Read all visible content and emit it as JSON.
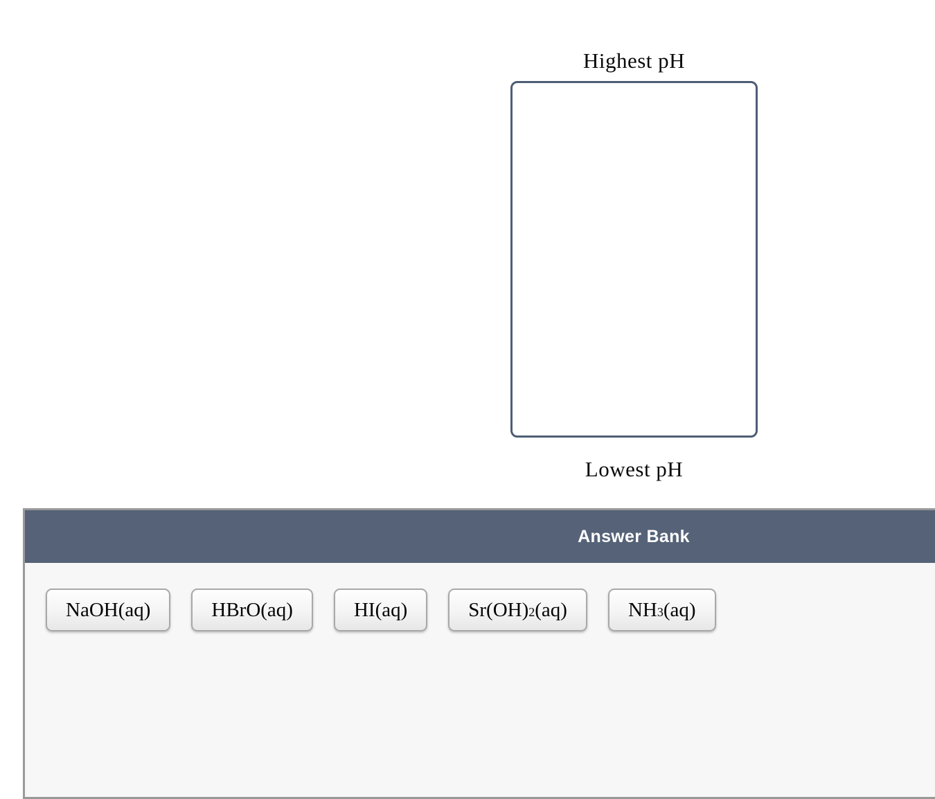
{
  "colors": {
    "page_bg": "#ffffff",
    "dropzone_border": "#4d5d75",
    "answer_bank_header": "#556277",
    "answer_bank_body": "#f7f7f7",
    "answer_bank_border": "#999999"
  },
  "ranking": {
    "top_label": "Highest pH",
    "bottom_label": "Lowest pH"
  },
  "answer_bank": {
    "title": "Answer Bank",
    "items": [
      {
        "text": "NaOH(aq)",
        "segments": [
          {
            "t": "NaOH(aq)"
          }
        ]
      },
      {
        "text": "HBrO(aq)",
        "segments": [
          {
            "t": "HBrO(aq)"
          }
        ]
      },
      {
        "text": "HI(aq)",
        "segments": [
          {
            "t": "HI(aq)"
          }
        ]
      },
      {
        "text": "Sr(OH)2(aq)",
        "segments": [
          {
            "t": "Sr(OH)"
          },
          {
            "t": "2",
            "sub": true
          },
          {
            "t": "(aq)"
          }
        ]
      },
      {
        "text": "NH3(aq)",
        "segments": [
          {
            "t": "NH"
          },
          {
            "t": "3",
            "sub": true
          },
          {
            "t": "(aq)"
          }
        ]
      }
    ]
  }
}
